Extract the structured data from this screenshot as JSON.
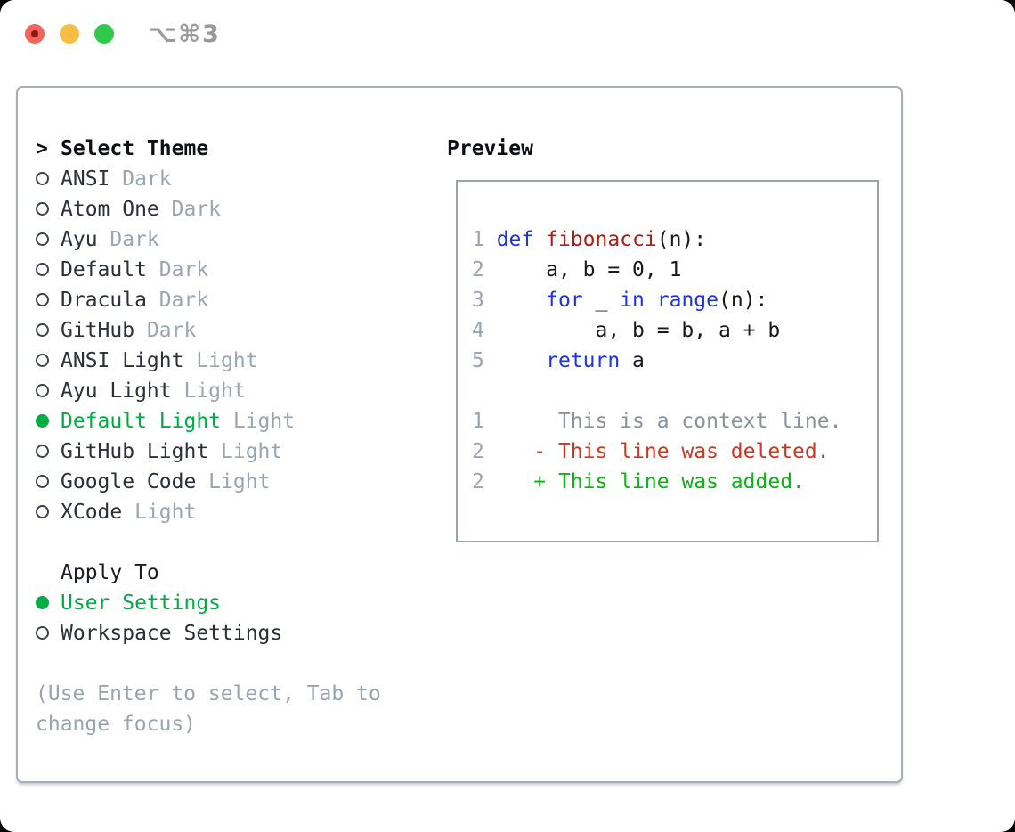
{
  "window": {
    "hotkey": "⌥⌘3"
  },
  "colors": {
    "traffic_red": "#f2645c",
    "traffic_red_dot": "#8a1a12",
    "traffic_yellow": "#f7bd45",
    "traffic_green": "#2fc94c",
    "hotkey_gray": "#9a9a9a",
    "panel_border": "#a7afbb",
    "box_border": "#9aa3b0",
    "header_text": "#0d0f14",
    "apply_text": "#191c22",
    "item_text": "#2b303a",
    "tag_gray": "#9aa5b2",
    "help_gray": "#99a4b1",
    "circle_outline": "#3c424c",
    "accent_green": "#00ad43",
    "lineno": "#9aa4b1",
    "keyword": "#1e32ea",
    "func": "#a6201c",
    "code": "#17191e",
    "context": "#8a929b",
    "deleted": "#c73a22",
    "added": "#0fb117"
  },
  "theme_panel": {
    "header": {
      "marker": ">",
      "label": "Select Theme"
    },
    "themes": [
      {
        "name": "ANSI",
        "tag": "Dark",
        "selected": false
      },
      {
        "name": "Atom One",
        "tag": "Dark",
        "selected": false
      },
      {
        "name": "Ayu",
        "tag": "Dark",
        "selected": false
      },
      {
        "name": "Default",
        "tag": "Dark",
        "selected": false
      },
      {
        "name": "Dracula",
        "tag": "Dark",
        "selected": false
      },
      {
        "name": "GitHub",
        "tag": "Dark",
        "selected": false
      },
      {
        "name": "ANSI Light",
        "tag": "Light",
        "selected": false
      },
      {
        "name": "Ayu Light",
        "tag": "Light",
        "selected": false
      },
      {
        "name": "Default Light",
        "tag": "Light",
        "selected": true
      },
      {
        "name": "GitHub Light",
        "tag": "Light",
        "selected": false
      },
      {
        "name": "Google Code",
        "tag": "Light",
        "selected": false
      },
      {
        "name": "XCode",
        "tag": "Light",
        "selected": false
      }
    ],
    "apply_to": {
      "label": "Apply To",
      "options": [
        {
          "name": "User Settings",
          "selected": true
        },
        {
          "name": "Workspace Settings",
          "selected": false
        }
      ]
    },
    "help": "(Use Enter to select, Tab to change focus)"
  },
  "preview": {
    "title": "Preview",
    "lines": [
      [
        {
          "t": "1 ",
          "c": "lineno"
        },
        {
          "t": "def ",
          "c": "keyword"
        },
        {
          "t": "fibonacci",
          "c": "func"
        },
        {
          "t": "(n):",
          "c": "code"
        }
      ],
      [
        {
          "t": "2 ",
          "c": "lineno"
        },
        {
          "t": "    a, b = 0, 1",
          "c": "code"
        }
      ],
      [
        {
          "t": "3 ",
          "c": "lineno"
        },
        {
          "t": "    ",
          "c": "code"
        },
        {
          "t": "for",
          "c": "keyword"
        },
        {
          "t": " _ ",
          "c": "code"
        },
        {
          "t": "in",
          "c": "keyword"
        },
        {
          "t": " ",
          "c": "code"
        },
        {
          "t": "range",
          "c": "keyword"
        },
        {
          "t": "(n):",
          "c": "code"
        }
      ],
      [
        {
          "t": "4 ",
          "c": "lineno"
        },
        {
          "t": "        a, b = b, a + b",
          "c": "code"
        }
      ],
      [
        {
          "t": "5 ",
          "c": "lineno"
        },
        {
          "t": "    ",
          "c": "code"
        },
        {
          "t": "return",
          "c": "keyword"
        },
        {
          "t": " a",
          "c": "code"
        }
      ],
      [],
      [
        {
          "t": "1",
          "c": "lineno"
        },
        {
          "t": "      This is a context line.",
          "c": "context"
        }
      ],
      [
        {
          "t": "2",
          "c": "lineno"
        },
        {
          "t": "    ",
          "c": "code"
        },
        {
          "t": "- This line was deleted.",
          "c": "deleted"
        }
      ],
      [
        {
          "t": "2",
          "c": "lineno"
        },
        {
          "t": "    ",
          "c": "code"
        },
        {
          "t": "+ This line was added.",
          "c": "added"
        }
      ]
    ]
  }
}
